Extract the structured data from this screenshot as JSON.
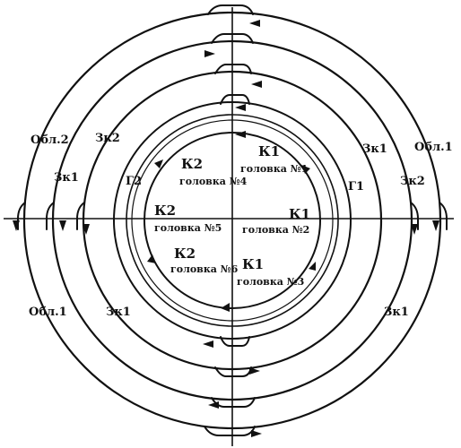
{
  "diagram": {
    "ring_labels": {
      "obl2": "Обл.2",
      "obl1_upper": "Обл.1",
      "obl1_lower": "Обл.1",
      "zk2_left": "Зк2",
      "zk2_right": "Зк2",
      "zk1_left_upper": "Зк1",
      "zk1_right_upper": "Зк1",
      "zk1_left_lower": "Зк1",
      "zk1_right_lower": "Зк1",
      "g2": "Г2",
      "g1": "Г1"
    },
    "heads": [
      {
        "k": "К1",
        "name": "головка №1"
      },
      {
        "k": "К1",
        "name": "головка №2"
      },
      {
        "k": "К1",
        "name": "головка №3"
      },
      {
        "k": "К2",
        "name": "головка №4"
      },
      {
        "k": "К2",
        "name": "головка №5"
      },
      {
        "k": "К2",
        "name": "головка №6"
      }
    ],
    "colors": {
      "stroke": "#111111",
      "background": "#ffffff"
    }
  }
}
